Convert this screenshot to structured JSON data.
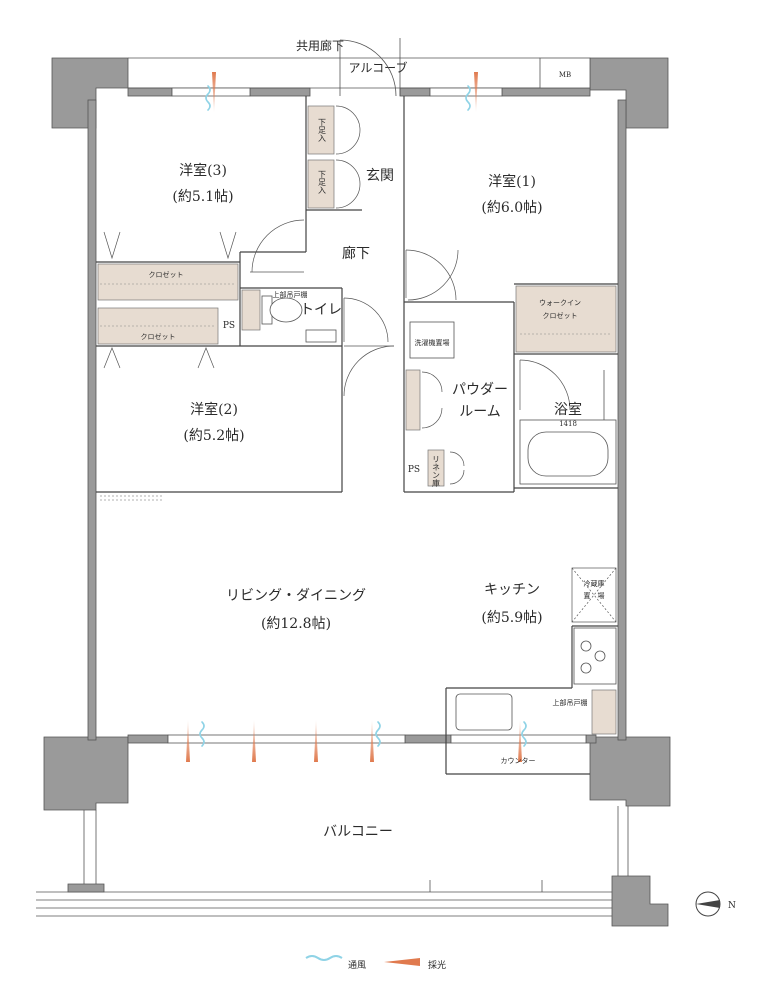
{
  "rooms": {
    "western3_name": "洋室(3)",
    "western3_size": "(約5.1帖)",
    "western1_name": "洋室(1)",
    "western1_size": "(約6.0帖)",
    "western2_name": "洋室(2)",
    "western2_size": "(約5.2帖)",
    "living_name": "リビング・ダイニング",
    "living_size": "(約12.8帖)",
    "kitchen_name": "キッチン",
    "kitchen_size": "(約5.9帖)",
    "entrance": "玄関",
    "corridor": "廊下",
    "toilet": "トイレ",
    "powder_line1": "パウダー",
    "powder_line2": "ルーム",
    "bath": "浴室",
    "bath_code": "1418",
    "balcony": "バルコニー"
  },
  "labels": {
    "common_corridor": "共用廊下",
    "alcove": "アルコーブ",
    "mb": "MB",
    "closet": "クロゼット",
    "closet2": "クロゼット",
    "walkin_line1": "ウォークイン",
    "walkin_line2": "クロゼット",
    "shoe_storage_1": "下足入",
    "shoe_storage_2": "下足入",
    "upper_cabinet_toilet": "上部吊戸棚",
    "upper_cabinet_kitchen": "上部吊戸棚",
    "ps1": "PS",
    "ps2": "PS",
    "washer": "洗濯機置場",
    "linen": "リネン庫",
    "fridge_line1": "冷蔵庫",
    "fridge_line2": "置　場",
    "counter": "カウンター"
  },
  "legend": {
    "ventilation": "通風",
    "daylight": "採光"
  },
  "compass": {
    "label": "N"
  },
  "colors": {
    "wall": "#9a9a9a",
    "wall_dark": "#8d8d8d",
    "storage": "#e7dcd1",
    "line": "#444444",
    "vent": "#8fd3e6",
    "light": "#e07a4e"
  }
}
